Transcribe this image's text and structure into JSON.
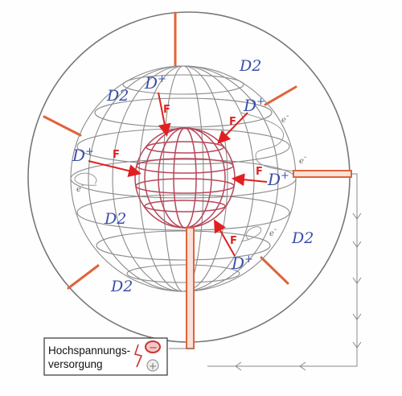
{
  "ions": [
    {
      "label": "D",
      "charge": "+"
    },
    {
      "label": "D",
      "charge": "+"
    },
    {
      "label": "D",
      "charge": "+"
    },
    {
      "label": "D",
      "charge": "+"
    },
    {
      "label": "D",
      "charge": "+"
    }
  ],
  "gas_labels": [
    "D2",
    "D2",
    "D2",
    "D2",
    "D2",
    "D2"
  ],
  "force_label": "F",
  "electron_label": "e",
  "electron_charge": "-",
  "power_supply": {
    "line1": "Hochspannungs-",
    "line2": "versorgung",
    "minus_symbol": "−",
    "plus_symbol": "+"
  },
  "colors": {
    "outline": "#7a7a7a",
    "grid": "#8a8a8a",
    "inner_grid": "#b5485a",
    "spokes": "#e0643a",
    "force_arrows": "#e02020",
    "labels": "#3a4fa8",
    "wires": "#888888"
  }
}
